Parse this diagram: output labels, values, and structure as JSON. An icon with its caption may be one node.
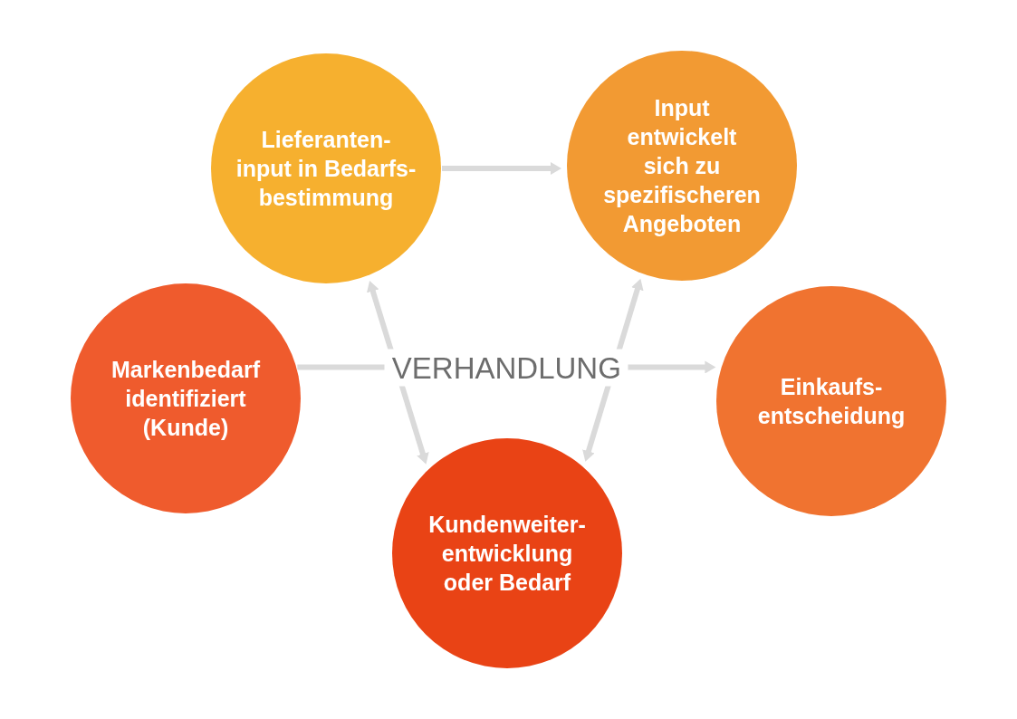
{
  "diagram": {
    "nodes": [
      {
        "text": [
          "Lieferanten- input in Bedarfs- bestimmung"
        ]
      },
      {
        "text": [
          "Input entwickelt sich zu spezifischeren Angeboten"
        ]
      },
      {
        "text": [
          "Markenbedarf identifiziert (Kunde)"
        ]
      },
      {
        "text": [
          "Einkaufs- entscheidung"
        ]
      },
      {
        "text": [
          "Kundenweiter- entwicklung oder Bedarf"
        ]
      }
    ],
    "edges": [
      {
        "from": 0,
        "to": 1,
        "arrow": "to"
      },
      {
        "from": 2,
        "to": 3,
        "arrow": "to",
        "label": "VERHANDLUNG"
      },
      {
        "from": 0,
        "to": 4,
        "arrow": "both"
      },
      {
        "from": 1,
        "to": 4,
        "arrow": "both"
      }
    ]
  }
}
